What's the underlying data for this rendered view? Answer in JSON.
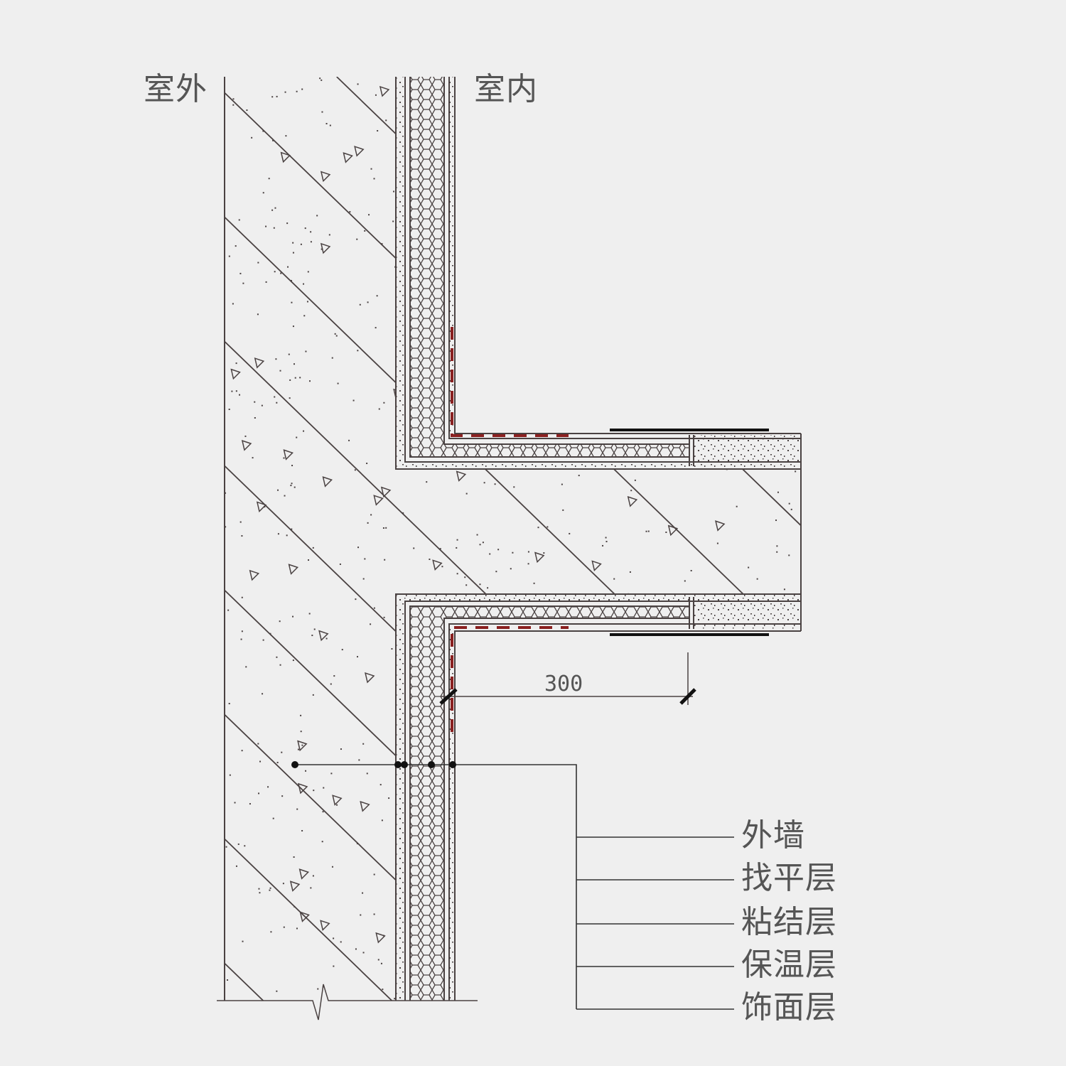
{
  "header": {
    "outdoor": "室外",
    "indoor": "室内"
  },
  "dimension": {
    "value": "300"
  },
  "legend": {
    "items": [
      "外墙",
      "找平层",
      "粘结层",
      "保温层",
      "饰面层"
    ]
  },
  "colors": {
    "line": "#4a4242",
    "background": "#efefef",
    "accent": "#8a2020"
  }
}
